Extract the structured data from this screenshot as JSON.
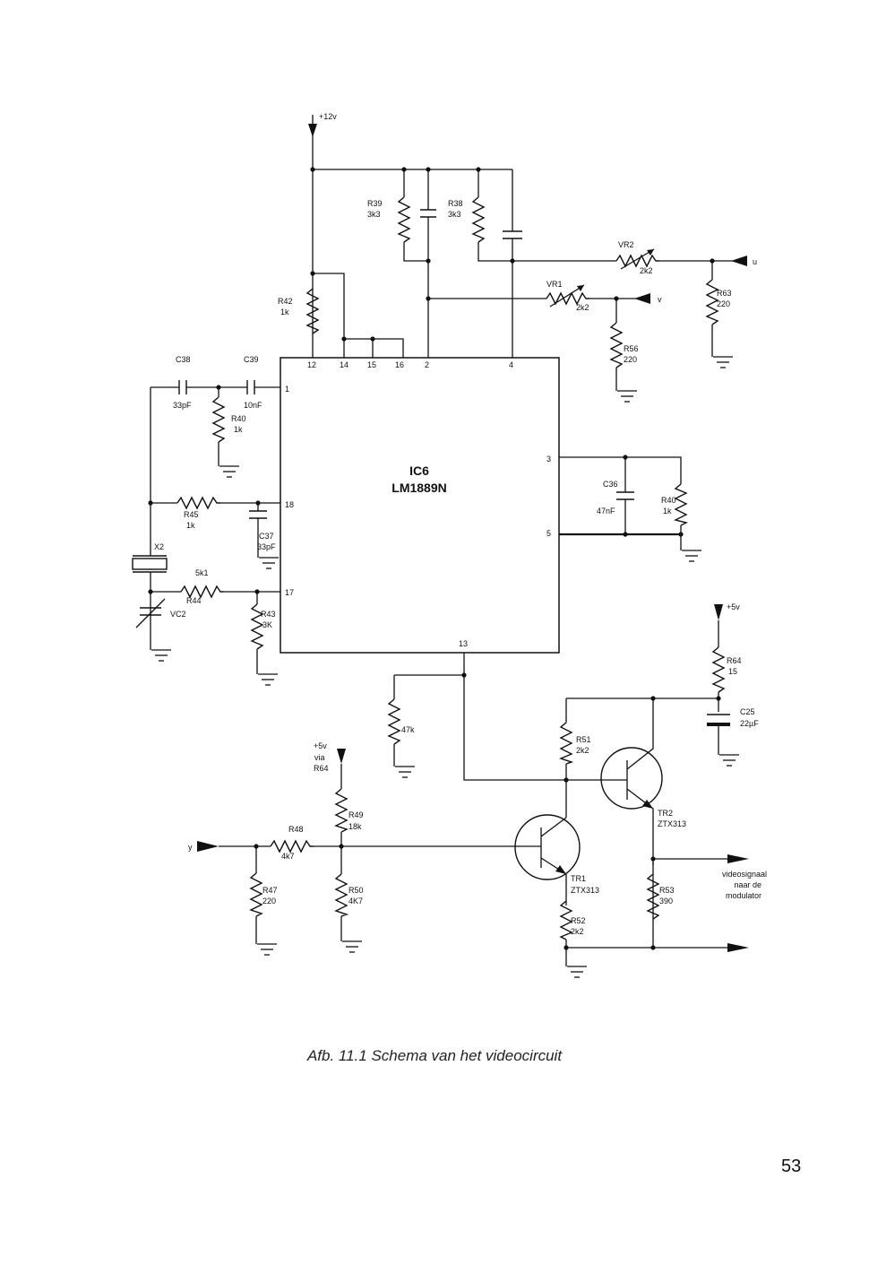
{
  "labels": {
    "supply_12v": "+12v",
    "r39": "R39",
    "r39_val": "3k3",
    "r38": "R38",
    "r38_val": "3k3",
    "vr2": "VR2",
    "vr2_val": "2k2",
    "vr1": "VR1",
    "vr1_val": "2k2",
    "out_u": "u",
    "out_v": "v",
    "r63": "R63",
    "r63_val": "220",
    "r56": "R56",
    "r56_val": "220",
    "r42": "R42",
    "r42_val": "1k",
    "c38": "C38",
    "c38_val": "33pF",
    "c39": "C39",
    "c39_val": "10nF",
    "r40a": "R40",
    "r40a_val": "1k",
    "ic_ref": "IC6",
    "ic_part": "LM1889N",
    "c36": "C36",
    "c36_val": "47nF",
    "r40b": "R40",
    "r40b_val": "1k",
    "r45": "R45",
    "r45_val": "1k",
    "c37": "C37",
    "c37_val": "33pF",
    "x2": "X2",
    "r44": "R44",
    "r44_val": "5k1",
    "vc2": "VC2",
    "r43": "R43",
    "r43_val": "3K",
    "r47k_val": "47k",
    "supply_5v": "+5v",
    "r64": "R64",
    "r64_val": "15",
    "c25": "C25",
    "c25_val": "22µF",
    "r51": "R51",
    "r51_val": "2k2",
    "tr2": "TR2",
    "tr2_part": "ZTX313",
    "supply_5v_via_1": "+5v",
    "supply_5v_via_2": "via",
    "supply_5v_via_3": "R64",
    "r49": "R49",
    "r49_val": "18k",
    "r48": "R48",
    "r48_val": "4k7",
    "in_y": "y",
    "r47": "R47",
    "r47_val": "220",
    "r50": "R50",
    "r50_val": "4K7",
    "tr1": "TR1",
    "tr1_part": "ZTX313",
    "r53": "R53",
    "r53_val": "390",
    "r52": "R52",
    "r52_val": "2k2",
    "out_text_1": "videosignaal",
    "out_text_2": "naar de",
    "out_text_3": "modulator"
  },
  "pins": {
    "p1": "1",
    "p2": "2",
    "p3": "3",
    "p4": "4",
    "p5": "5",
    "p12": "12",
    "p13": "13",
    "p14": "14",
    "p15": "15",
    "p16": "16",
    "p17": "17",
    "p18": "18"
  },
  "caption": "Afb. 11.1 Schema van het videocircuit",
  "page_number": "53"
}
